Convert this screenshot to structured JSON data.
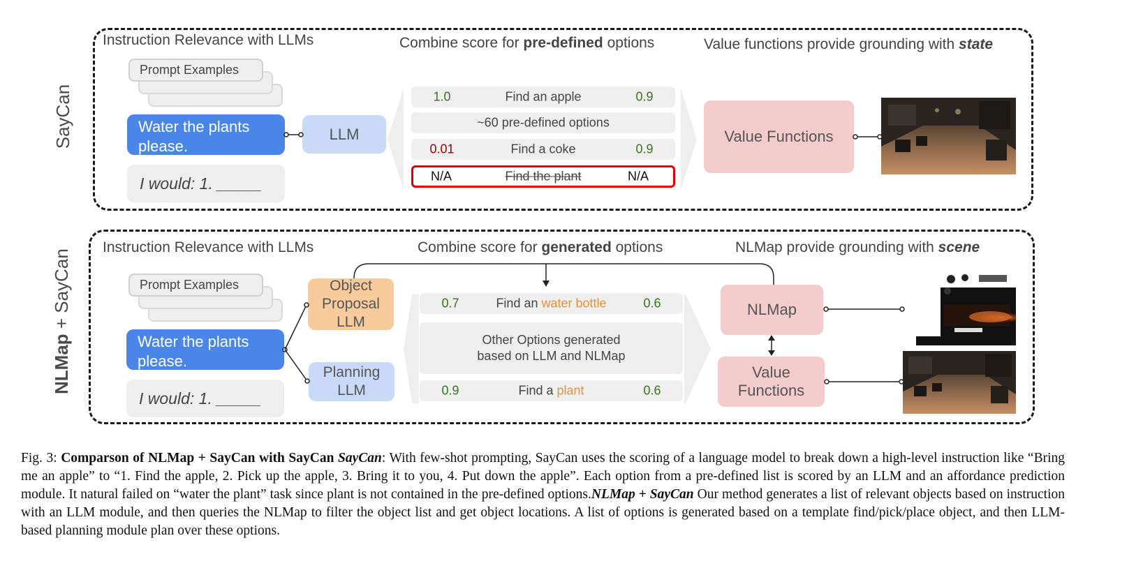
{
  "saycan": {
    "side_label": "SayCan",
    "header_left": "Instruction Relevance with LLMs",
    "header_mid_pre": "Combine score for ",
    "header_mid_bold": "pre-defined",
    "header_mid_post": " options",
    "header_right_pre": "Value functions provide grounding with ",
    "header_right_bold": "state",
    "prompt_examples": "Prompt Examples",
    "instruction": "Water the plants please.",
    "i_would": "I would: 1. _____",
    "llm": "LLM",
    "options": [
      {
        "left": "1.0",
        "label": "Find an apple",
        "right": "0.9"
      },
      {
        "label": "~60 pre-defined options"
      },
      {
        "left": "0.01",
        "label": "Find a coke",
        "right": "0.9"
      },
      {
        "left": "N/A",
        "label": "Find the plant",
        "right": "N/A"
      }
    ],
    "value_functions": "Value Functions"
  },
  "nlmap": {
    "side_label_bold": "NLMap",
    "side_label_rest": " + SayCan",
    "header_left": "Instruction Relevance with LLMs",
    "header_mid_pre": "Combine score for ",
    "header_mid_bold": "generated",
    "header_mid_post": " options",
    "header_right_pre": "NLMap provide grounding with ",
    "header_right_bold": "scene",
    "prompt_examples": "Prompt Examples",
    "instruction": "Water the plants please.",
    "i_would": "I would: 1. _____",
    "object_proposal_llm": "Object Proposal LLM",
    "planning_llm": "Planning LLM",
    "options": [
      {
        "left": "0.7",
        "label_pre": "Find an ",
        "label_hl": "water bottle",
        "right": "0.6"
      },
      {
        "label": "Other Options generated based on LLM and NLMap"
      },
      {
        "left": "0.9",
        "label_pre": "Find a ",
        "label_hl": "plant",
        "right": "0.6"
      }
    ],
    "nlmap_box": "NLMap",
    "value_functions": "Value Functions"
  },
  "caption": {
    "fig": "Fig. 3: ",
    "title_bold": "Comparson of NLMap + SayCan with SayCan ",
    "saycan_bi": "SayCan",
    "text1": ": With few-shot prompting, SayCan uses the scoring of a language model to break down a high-level instruction like “Bring me an apple” to “1. Find the apple, 2. Pick up the apple, 3. Bring it to you, 4. Put down the apple”. Each option from a pre-defined list is scored by an LLM and an affordance prediction module. It natural failed on “water the plant” task since plant is not contained in the pre-defined options.",
    "nlmap_bi": "NLMap + SayCan",
    "text2": " Our method generates a list of relevant objects based on instruction with an LLM module, and then queries the NLMap to filter the object list and get object locations. A list of options is generated based on a template find/pick/place object, and then LLM-based planning module plan over these options."
  },
  "colors": {
    "instruction_blue": "#4a86e8",
    "llm_blue": "#c9daf8",
    "proposal_orange": "#f9cb9c",
    "value_pink": "#f4cccc",
    "score_green": "#38761d",
    "score_red": "#990000",
    "highlight_orange": "#e69138",
    "failure_box_red": "#e00000"
  }
}
